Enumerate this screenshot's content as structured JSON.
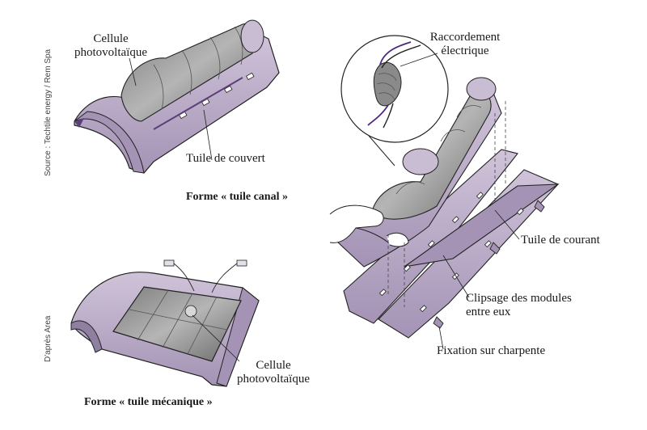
{
  "credits": {
    "top": "Source : Techtile energy / Rem Spa",
    "bottom": "D'après Area"
  },
  "canal": {
    "cell_label_line1": "Cellule",
    "cell_label_line2": "photovoltaïque",
    "cover_label": "Tuile de couvert",
    "caption": "Forme « tuile canal »"
  },
  "mecanique": {
    "cell_label_line1": "Cellule",
    "cell_label_line2": "photovoltaïque",
    "caption": "Forme « tuile mécanique »"
  },
  "assembly": {
    "connection_line1": "Raccordement",
    "connection_line2": "électrique",
    "current_label": "Tuile de courant",
    "clip_line1": "Clipsage des modules",
    "clip_line2": "entre eux",
    "fixing_label": "Fixation sur charpente"
  },
  "colors": {
    "tile_purple": "#bcaec8",
    "tile_shadow": "#8f7fa0",
    "tile_dark": "#6e5a85",
    "cell_gray": "#9a9a9a",
    "cell_dark": "#6f6f6f",
    "wire_purple": "#4b2a82",
    "line": "#222222"
  }
}
